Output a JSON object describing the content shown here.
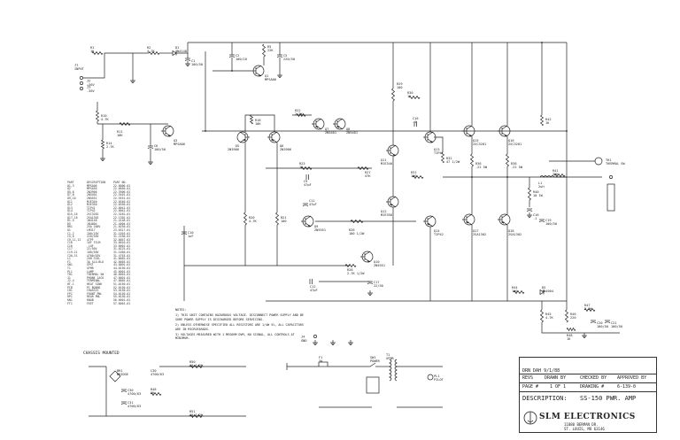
{
  "components": [
    {
      "id": "r1",
      "ref": "R1",
      "value": "1K"
    },
    {
      "id": "r2",
      "ref": "R2",
      "value": "4.7K"
    },
    {
      "id": "d1",
      "ref": "D1",
      "value": "1N4148"
    },
    {
      "id": "c1",
      "ref": "C1",
      "value": "100/50"
    },
    {
      "id": "q1",
      "ref": "Q1",
      "value": "MPSA06"
    },
    {
      "id": "c2",
      "ref": "C2",
      "value": "100/16"
    },
    {
      "id": "r5",
      "ref": "R5",
      "value": "22K"
    },
    {
      "id": "c5",
      "ref": "C5",
      "value": "220/50"
    },
    {
      "id": "r10",
      "ref": "R10",
      "value": "4.7K"
    },
    {
      "id": "r11",
      "ref": "R11",
      "value": "10K"
    },
    {
      "id": "q3",
      "ref": "Q3",
      "value": "MPSA06"
    },
    {
      "id": "r14",
      "ref": "R14",
      "value": "2.7K"
    },
    {
      "id": "c6",
      "ref": "C6",
      "value": "100/50"
    },
    {
      "id": "r18",
      "ref": "R18",
      "value": "10K"
    },
    {
      "id": "q5",
      "ref": "Q5",
      "value": "2N3906"
    },
    {
      "id": "q6",
      "ref": "Q6",
      "value": "2N3906"
    },
    {
      "id": "q7",
      "ref": "Q7",
      "value": "2N5401"
    },
    {
      "id": "q8",
      "ref": "Q8",
      "value": "2N5401"
    },
    {
      "id": "r20",
      "ref": "R20",
      "value": "4.7K"
    },
    {
      "id": "r21",
      "ref": "R21",
      "value": "100"
    },
    {
      "id": "r22",
      "ref": "R22",
      "value": "2.2K"
    },
    {
      "id": "r23",
      "ref": "R23",
      "value": "1K"
    },
    {
      "id": "c9",
      "ref": "C9",
      "value": "47pF"
    },
    {
      "id": "c10",
      "ref": "C10",
      "value": "1uF"
    },
    {
      "id": "r26",
      "ref": "R26",
      "value": "100 1/2W"
    },
    {
      "id": "r27",
      "ref": "R27",
      "value": "47K"
    },
    {
      "id": "q9",
      "ref": "Q9",
      "value": "2N5551"
    },
    {
      "id": "q10",
      "ref": "Q10",
      "value": "2N5551"
    },
    {
      "id": "c11",
      "ref": "C11",
      "value": "47pF"
    },
    {
      "id": "r28",
      "ref": "R28",
      "value": "2.7K 1/2W"
    },
    {
      "id": "r29",
      "ref": "R29",
      "value": "100"
    },
    {
      "id": "c12",
      "ref": "C12",
      "value": "47pF"
    },
    {
      "id": "q11",
      "ref": "Q11",
      "value": "MJE340"
    },
    {
      "id": "q12",
      "ref": "Q12",
      "value": "MJE350"
    },
    {
      "id": "r30",
      "ref": "R30",
      "value": "1K"
    },
    {
      "id": "r31",
      "ref": "R31",
      "value": "100"
    },
    {
      "id": "q13",
      "ref": "Q13",
      "value": "TIP41"
    },
    {
      "id": "q14",
      "ref": "Q14",
      "value": "TIP42"
    },
    {
      "id": "r32",
      "ref": "R32",
      "value": "47 1/2W"
    },
    {
      "id": "q15",
      "ref": "Q15",
      "value": "2SC3281"
    },
    {
      "id": "q16",
      "ref": "Q16",
      "value": "2SC3281"
    },
    {
      "id": "q17",
      "ref": "Q17",
      "value": "2SA1302"
    },
    {
      "id": "q18",
      "ref": "Q18",
      "value": "2SA1302"
    },
    {
      "id": "r36",
      "ref": "R36",
      "value": ".22 5W"
    },
    {
      "id": "r38",
      "ref": "R38",
      "value": ".22 5W"
    },
    {
      "id": "r40",
      "ref": "R40",
      "value": "10 1W"
    },
    {
      "id": "c16",
      "ref": "C16",
      "value": ".1"
    },
    {
      "id": "l1",
      "ref": "L1",
      "value": "2uH"
    },
    {
      "id": "out",
      "ref": "OUT",
      "value": "SPEAKER"
    },
    {
      "id": "r41",
      "ref": "R41",
      "value": "22K"
    },
    {
      "id": "r42",
      "ref": "R42",
      "value": "1K"
    },
    {
      "id": "c17",
      "ref": "C17",
      "value": "22/50"
    },
    {
      "id": "r44",
      "ref": "R44",
      "value": "100"
    },
    {
      "id": "c19",
      "ref": "C19",
      "value": "100/50"
    },
    {
      "id": "th1",
      "ref": "TH1",
      "value": "THERMAL SW"
    },
    {
      "id": "d5",
      "ref": "D5",
      "value": "1N4004"
    },
    {
      "id": "r45",
      "ref": "R45",
      "value": "4.7K"
    },
    {
      "id": "r46",
      "ref": "R46",
      "value": "220"
    },
    {
      "id": "r47",
      "ref": "R47",
      "value": "2.2K"
    },
    {
      "id": "r48",
      "ref": "R48",
      "value": "1K"
    },
    {
      "id": "c20",
      "ref": "C20",
      "value": "100/50"
    },
    {
      "id": "c21",
      "ref": "C21",
      "value": "100/50"
    },
    {
      "id": "f1",
      "ref": "F1",
      "value": "3A"
    },
    {
      "id": "sw1",
      "ref": "SW1",
      "value": "POWER"
    },
    {
      "id": "t1",
      "ref": "T1",
      "value": "XFMR"
    },
    {
      "id": "br1",
      "ref": "BR1",
      "value": "BRIDGE"
    },
    {
      "id": "c30",
      "ref": "C30",
      "value": "4700/63"
    },
    {
      "id": "c31",
      "ref": "C31",
      "value": "4700/63"
    },
    {
      "id": "r50",
      "ref": "R50",
      "value": "10 1/2W"
    },
    {
      "id": "r51",
      "ref": "R51",
      "value": "10 1/2W"
    },
    {
      "id": "pl1",
      "ref": "PL1",
      "value": "PILOT"
    }
  ],
  "connectors": [
    {
      "id": "j1",
      "ref": "J1",
      "value": "INPUT"
    },
    {
      "id": "j2",
      "ref": "J2",
      "value": "+36V"
    },
    {
      "id": "j3",
      "ref": "J3",
      "value": "-36V"
    },
    {
      "id": "j4",
      "ref": "J4",
      "value": "GND"
    }
  ],
  "parts_list": {
    "headers": [
      "PART",
      "DESCRIPTION",
      "PART NO."
    ],
    "rows": [
      [
        "Q1,3",
        "MPSA06",
        "22-0006-01"
      ],
      [
        "Q2",
        "MPSA56",
        "22-0056-01"
      ],
      [
        "Q5,6",
        "2N3906",
        "22-3906-01"
      ],
      [
        "Q7,8",
        "2N5401",
        "22-5401-01"
      ],
      [
        "Q9,10",
        "2N5551",
        "22-5551-01"
      ],
      [
        "Q11",
        "MJE340",
        "22-0340-01"
      ],
      [
        "Q12",
        "MJE350",
        "22-0350-01"
      ],
      [
        "Q13",
        "TIP41",
        "22-0041-01"
      ],
      [
        "Q14",
        "TIP42",
        "22-0042-01"
      ],
      [
        "Q15,16",
        "2SC3281",
        "22-3281-01"
      ],
      [
        "Q17,18",
        "2SA1302",
        "22-1302-01"
      ],
      [
        "D1-4",
        "1N4148",
        "21-4148-01"
      ],
      [
        "D5",
        "1N4004",
        "21-4004-01"
      ],
      [
        "BR1",
        "25A 200V",
        "21-0250-01"
      ],
      [
        "U1",
        "LM317",
        "23-0317-01"
      ],
      [
        "",
        "",
        " "
      ],
      [
        "C1,2",
        "100/16V",
        "31-1016-01"
      ],
      [
        "C5,6",
        "220/50V",
        "31-2250-01"
      ],
      [
        "C9,11,12",
        "47PF",
        "32-0047-01"
      ],
      [
        "C10",
        "1UF FILM",
        "33-0010-01"
      ],
      [
        "C16",
        ".1UF",
        "33-0001-01"
      ],
      [
        "C17",
        "22/50V",
        "31-0225-01"
      ],
      [
        "C19-21",
        "100/50V",
        "31-1050-01"
      ],
      [
        "C30,31",
        "4700/63V",
        "31-4763-01"
      ],
      [
        "",
        "",
        " "
      ],
      [
        "L1",
        "2UH COIL",
        "41-0002-01"
      ],
      [
        "F1",
        "3A SLO-BLO",
        "42-0003-01"
      ],
      [
        "SW1",
        "SPST",
        "43-0001-01"
      ],
      [
        "T1",
        "XFMR",
        "44-0150-01"
      ],
      [
        "PL1",
        "LAMP",
        "45-0001-01"
      ],
      [
        "TH1",
        "THERMAL SW",
        "46-0001-01"
      ],
      [
        "J1",
        "PHONE JACK",
        "47-0001-01"
      ],
      [
        "J2-4",
        "TERMINAL",
        "47-0002-01"
      ],
      [
        "",
        "",
        " "
      ],
      [
        "HT-1",
        "HEAT SINK",
        "51-0150-01"
      ],
      [
        "PCB",
        "PC BOARD",
        "52-0150-01"
      ],
      [
        "CH1",
        "CHASSIS",
        "53-0150-01"
      ],
      [
        "FP1",
        "FRONT PNL",
        "54-0150-01"
      ],
      [
        "RP1",
        "REAR PNL",
        "55-0150-01"
      ],
      [
        "KN1",
        "KNOB",
        "56-0001-01"
      ],
      [
        "FT1",
        "FEET",
        "57-0001-01"
      ]
    ]
  },
  "notes": {
    "title": "NOTES:",
    "items": [
      "1) THIS UNIT CONTAINS HAZARDOUS VOLTAGE. DISCONNECT POWER SUPPLY AND BE SURE POWER SUPPLY IS DISCHARGED BEFORE SERVICING.",
      "2) UNLESS OTHERWISE SPECIFIED ALL RESISTORS ARE 1/4W 5%, ALL CAPACITORS ARE IN MICROFARADS.",
      "3) VOLTAGES MEASURED WITH 1 MEGOHM DVM, NO SIGNAL, ALL CONTROLS AT MINIMUM."
    ]
  },
  "chassis_label": "CHASSIS MOUNTED",
  "title_block": {
    "drawn_date": "DRN  DAH 9/1/88",
    "revs_label": "REVS",
    "drawn_by_label": "DRAWN BY",
    "checked_by_label": "CHECKED BY",
    "approved_by_label": "APPROVED BY",
    "page_label": "PAGE #",
    "page_value": "1 OF 1",
    "drawing_no_label": "DRAWING #",
    "drawing_no_value": "6-139-0",
    "description_label": "DESCRIPTION:",
    "description_value": "SS-150 PWR. AMP",
    "company": "SLM ELECTRONICS",
    "address_1": "11880 BERMAN DR.",
    "address_2": "ST. LOUIS, MO 63146"
  }
}
